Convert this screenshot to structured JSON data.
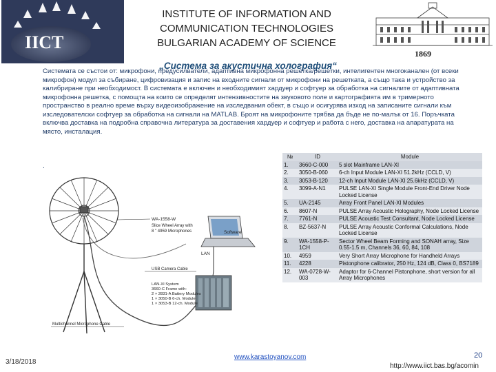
{
  "header": {
    "logo_text": "IICT",
    "title_lines": [
      "INSTITUTE OF INFORMATION AND",
      "COMMUNICATION TECHNOLOGIES",
      "BULGARIAN ACADEMY OF SCIENCE"
    ],
    "seal_year": "1869"
  },
  "slide": {
    "subtitle": "„Система за акустична холография“",
    "paragraph": "Системата се състои от: микрофони, предусилватели, адаптивна микрофонна решетка/решетки, интелигентен многоканален (от всеки микрофон) модул за събиране, цифровизация и запис на входните сигнали от микрофони на решетката, а също така и устройство за калибриране при необходимост. В системата е включен и необходимият хардуер и софтуер за обработка на сигналите от адаптивната микрофонна решетка, с помощта на които се определят интензивностите на звуковото поле и картографията им в тримерното пространство в реално време върху видеоизображение на изследвания обект, в също и осигурява изход на записаните сигнали към изследователски софтуер за обработка на сигнали на MATLAB. Броят на микрофоните трябва да бъде не по-малък от 16. Поръчката включва доставка на подробна справочна литература за доставения хардуер и софтуер и работа с него, доставка на апаратурата на място, инсталация.",
    "trailing_dot": "."
  },
  "diagram": {
    "wheel_label": "WA-1558-W",
    "wheel_desc_1": "Slice Wheel Array with",
    "wheel_desc_2": "8 \" 4959 Microphones",
    "software": "Software",
    "lan": "LAN",
    "usb": "USB Camera Cable",
    "system_1": "LAN-XI System",
    "system_2": "3660-C Frame with:",
    "system_3": "2 × 2831-A Battery Modules",
    "system_4": "1 × 3050-B 6-ch. Module",
    "system_5": "1 × 3053-B 12-ch. Module",
    "mic_cable": "Multichannel Microphone Cable"
  },
  "table": {
    "headers": [
      "№",
      "ID",
      "Module"
    ],
    "rows": [
      {
        "num": "1.",
        "id": "3660-C-000",
        "module": "5 slot Mainframe LAN-XI"
      },
      {
        "num": "2.",
        "id": "3050-B-060",
        "module": "6-ch Input Module LAN-XI 51.2kHz (CCLD, V)"
      },
      {
        "num": "3.",
        "id": "3053-B-120",
        "module": "12-ch Input Module LAN-XI 25.6kHz (CCLD, V)"
      },
      {
        "num": "4.",
        "id": "3099-A-N1",
        "module": "PULSE LAN-XI Single Module Front-End Driver Node Locked License"
      },
      {
        "num": "5.",
        "id": "UA-2145",
        "module": "Array Front Panel LAN-XI Modules"
      },
      {
        "num": "6.",
        "id": "8607-N",
        "module": "PULSE Array Acoustic Holography, Node Locked License"
      },
      {
        "num": "7.",
        "id": "7761-N",
        "module": "PULSE Acoustic Test Consultant, Node Locked License"
      },
      {
        "num": "8.",
        "id": "BZ-5637-N",
        "module": "PULSE Array Acoustic Conformal Calculations, Node Locked License"
      },
      {
        "num": "9.",
        "id": "WA-1558-P-1CH",
        "module": "Sector Wheel Beam Forming and SONAH array, Size 0.55-1.5 m, Channels 36, 60, 84, 108"
      },
      {
        "num": "10.",
        "id": "4959",
        "module": "Very Short Array Microphone for Handheld Arrays"
      },
      {
        "num": "11.",
        "id": "4228",
        "module": "Pistonphone calibrator, 250 Hz, 124 dB, Class 0, BS7189"
      },
      {
        "num": "12.",
        "id": "WA-0728-W-003",
        "module": "Adaptor for 6-Channel Pistonphone, short version for all Array Microphones"
      }
    ]
  },
  "footer": {
    "date": "3/18/2018",
    "link": "www.karastoyanov.com",
    "page": "20",
    "url": "http://www.iict.bas.bg/acomin"
  }
}
